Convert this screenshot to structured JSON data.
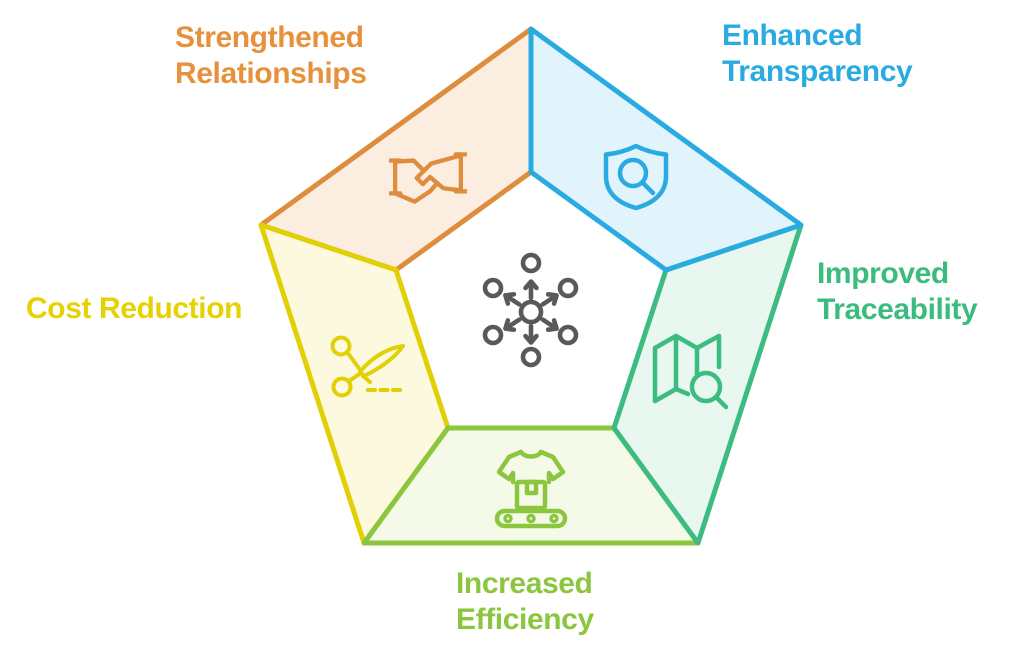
{
  "labels": {
    "strengthened_relationships": {
      "line1": "Strengthened",
      "line2": "Relationships"
    },
    "enhanced_transparency": {
      "line1": "Enhanced",
      "line2": "Transparency"
    },
    "improved_traceability": {
      "line1": "Improved",
      "line2": "Traceability"
    },
    "cost_reduction": {
      "line1": "Cost Reduction"
    },
    "increased_efficiency": {
      "line1": "Increased",
      "line2": "Efficiency"
    }
  },
  "icons": {
    "center": "distribution-network-icon",
    "strengthened_relationships": "handshake-icon",
    "enhanced_transparency": "shield-magnifier-icon",
    "improved_traceability": "map-magnifier-icon",
    "cost_reduction": "scissors-cut-icon",
    "increased_efficiency": "shirt-conveyor-icon"
  },
  "colors": {
    "orange": "#E8913C",
    "orange_fill": "#FBEEE0",
    "blue": "#29ABE2",
    "blue_fill": "#E1F4FB",
    "green": "#3ABC7E",
    "green_fill": "#E8F7F0",
    "light_green": "#8CC63F",
    "light_green_fill": "#F4FAE7",
    "yellow": "#E6D200",
    "yellow_fill": "#FCF9DF",
    "gray": "#58595B"
  }
}
